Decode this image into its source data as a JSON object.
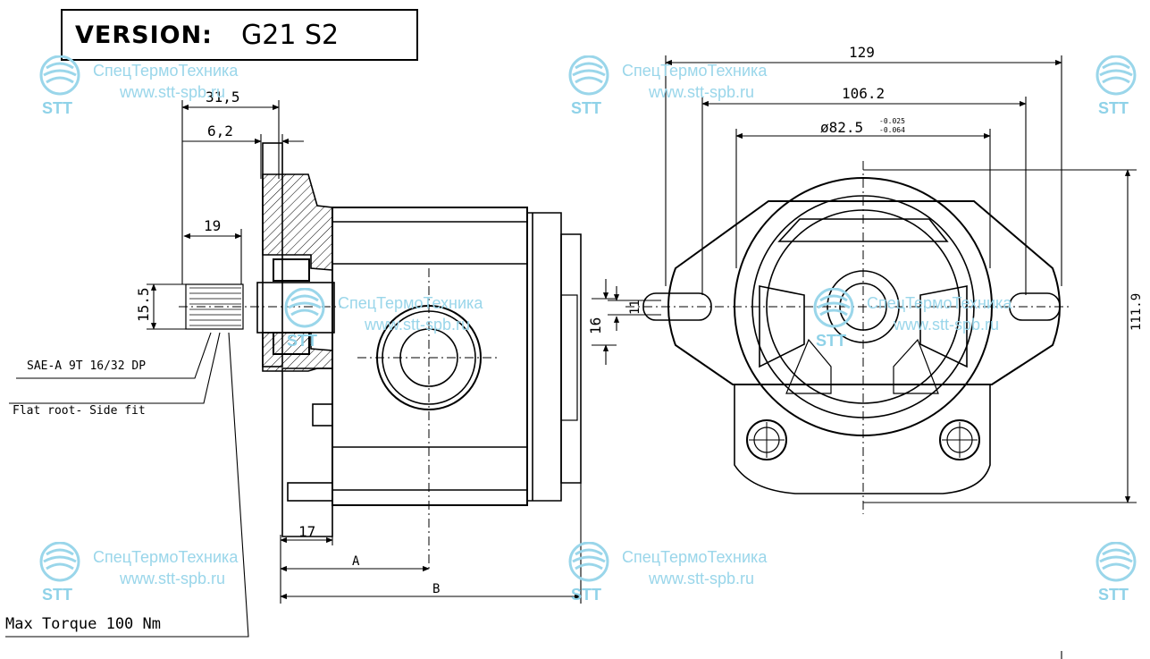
{
  "header": {
    "version_label": "VERSION:",
    "version_value": "G21 S2"
  },
  "dimensions": {
    "d129": "129",
    "d106": "106.2",
    "d82": "ø82.5",
    "d82_tol_upper": "-0.025",
    "d82_tol_lower": "-0.064",
    "d31": "31,5",
    "d6": "6,2",
    "d19": "19",
    "d15": "15.5",
    "d11": "11",
    "d16": "16",
    "d111": "111.9",
    "d17": "17",
    "dA": "A",
    "dB": "B"
  },
  "notes": {
    "spline": "SAE-A 9T 16/32 DP",
    "fit": "Flat root- Side fit",
    "torque": "Max Torque 100 Nm"
  },
  "watermark": {
    "name": "СпецТермоТехника",
    "url": "www.stt-spb.ru",
    "abbr": "STT",
    "color": "#9ad6ea"
  }
}
